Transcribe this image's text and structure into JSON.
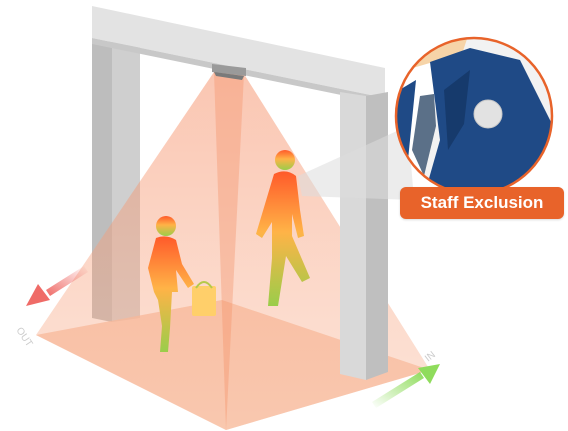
{
  "badge": {
    "label": "Staff Exclusion"
  },
  "arrows": {
    "out_label": "OUT",
    "in_label": "IN"
  },
  "colors": {
    "frame": "#dedede",
    "frame_shadow": "#bdbdbd",
    "cone": "#f7a27a",
    "badge": "#e8632a",
    "out_arrow": "#ef6b67",
    "in_arrow": "#8fdc5c",
    "suit": "#1f4a86",
    "name_tag": "#e2e2e2"
  },
  "icons": [
    "people-counter-sensor",
    "walking-person",
    "shopping-woman",
    "staff-name-tag"
  ]
}
